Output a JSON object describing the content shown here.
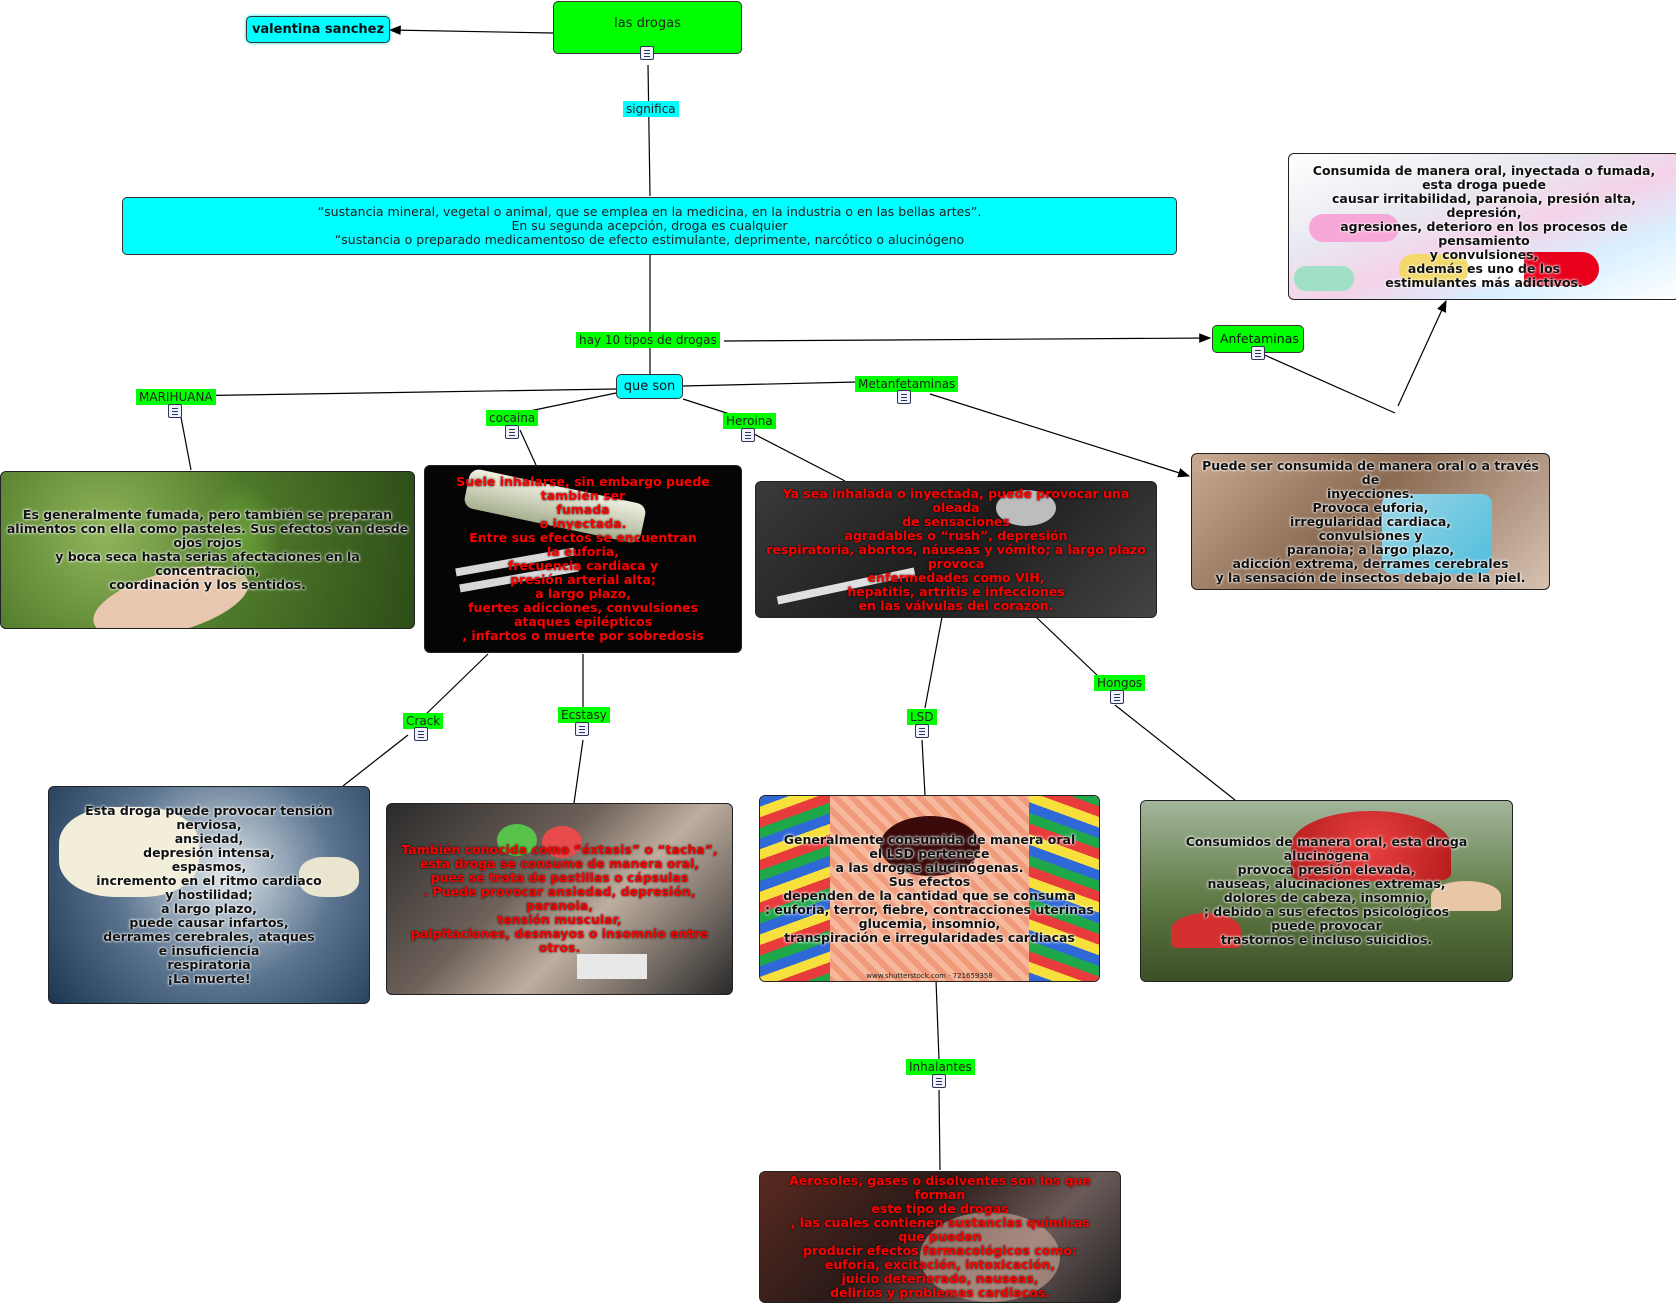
{
  "author": "valentina sanchez",
  "root": "las drogas",
  "links": {
    "significa": "significa",
    "tipos": "hay 10 tipos de drogas",
    "que_son": "que son"
  },
  "definition": "“sustancia mineral, vegetal o animal, que se emplea en la medicina, en la industria o en las bellas artes”.\nEn su segunda acepción, droga es cualquier\n“sustancia o preparado medicamentoso de efecto estimulante, deprimente, narcótico o alucinógeno",
  "types": {
    "marihuana": "MARIHUANA",
    "cocaina": "cocaina",
    "heroina": "Heroina",
    "metanfetaminas": "Metanfetaminas",
    "anfetaminas": "Anfetaminas",
    "crack": "Crack",
    "ecstasy": "Ecstasy",
    "lsd": "LSD",
    "hongos": "Hongos",
    "inhalantes": "Inhalantes"
  },
  "descriptions": {
    "anfetaminas": "Consumida de manera oral, inyectada o fumada,\nesta droga puede\ncausar irritabilidad, paranoia, presión alta, depresión,\nagresiones, deterioro en los procesos de pensamiento\ny convulsiones,\nademás es uno de los\nestimulantes más adictivos.",
    "marihuana": "Es generalmente fumada, pero también se preparan\nalimentos con ella como pasteles. Sus efectos van desde\nojos rojos\ny boca seca hasta serias afectaciones en la concentración,\ncoordinación y los sentidos.",
    "cocaina": "Suele inhalarse, sin embargo puede\ntambién ser\nfumada\no inyectada.\nEntre sus efectos se encuentran\nla euforia,\nfrecuencia cardiaca y\npresión arterial alta;\na largo plazo,\nfuertes adicciones, convulsiones\nataques epilépticos\n, infartos o muerte por sobredosis",
    "heroina": "Ya sea inhalada o inyectada, puede provocar una oleada\nde sensaciones\nagradables o “rush”, depresión\nrespiratoria, abortos, náuseas y vómito; a largo plazo\nprovoca\nenfermedades como VIH,\nhepatitis, artritis e infecciones\nen las válvulas del corazón.",
    "metanfetaminas": "Puede ser consumida de manera oral o a través de\ninyecciones.\nProvoca euforia,\nirregularidad cardiaca,\nconvulsiones y\nparanoia; a largo plazo,\nadicción extrema, derrames cerebrales\ny la sensación de insectos debajo de la piel.",
    "crack": "Esta droga puede provocar tensión nerviosa,\nansiedad,\ndepresión intensa,\nespasmos,\nincremento en el ritmo cardiaco\ny hostilidad;\na largo plazo,\npuede causar infartos,\nderrames cerebrales, ataques\ne insuficiencia\nrespiratoria\n¡La muerte!",
    "ecstasy": "También conocida como “éxtasis” o “tacha”,\nesta droga se consume de manera oral,\npues se trata de pastillas o cápsulas\n. Puede provocar ansiedad, depresión, paranoia,\ntensión muscular,\npalpitaciones, desmayos o insomnio entre otros.",
    "lsd": "Generalmente consumida de manera oral\nel LSD pertenece\na las drogas alucinógenas.\nSus efectos\ndependen de la cantidad que se consuma\n: euforia, terror, fiebre, contracciones uterinas\nglucemia, insomnio,\ntranspiración e irregularidades cardiacas",
    "hongos": "Consumidos de manera oral, esta droga alucinógena\nprovoca presión elevada,\nnauseas, alucinaciones extremas,\ndolores de cabeza, insomnio,\n; debido a sus efectos psicológicos\npuede provocar\ntrastornos e incluso suicidios.",
    "inhalantes": "Aerosoles, gases o disolventes son los que forman\neste tipo de drogas\n, las cuales contienen sustancias químicas\nque pueden\nproducir efectos farmacológicos como:\neuforia, excitación, intoxicación,\njuicio deteriorado, nauseas,\ndelirios y problemas cardiacos.",
    "lsd_watermark": "www.shutterstock.com · 721659358"
  },
  "colors": {
    "green": "#00ff00",
    "cyan": "#00ffff",
    "red_text": "#ff0000"
  },
  "icons": [
    "note-icon"
  ]
}
